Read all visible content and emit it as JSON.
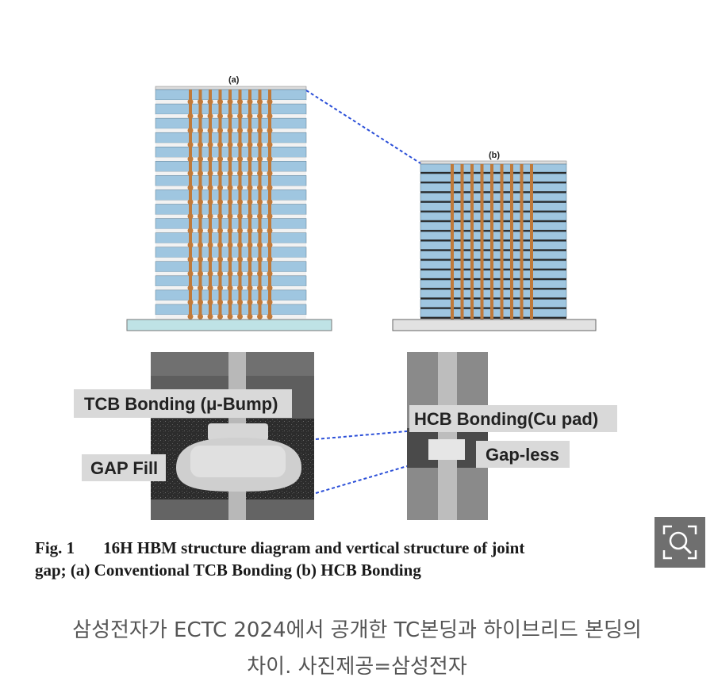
{
  "figure": {
    "panel_a_label": "(a)",
    "panel_b_label": "(b)",
    "photo_labels": {
      "tcb_bonding": "TCB Bonding (μ-Bump)",
      "gap_fill": "GAP Fill",
      "hcb_bonding": "HCB Bonding(Cu pad)",
      "gap_less": "Gap-less"
    },
    "caption_number": "Fig. 1",
    "caption_text_line1": "16H HBM structure diagram and vertical structure of joint",
    "caption_text_line2": "gap; (a) Conventional TCB Bonding (b) HCB Bonding",
    "colors": {
      "die_blue": "#9fc6e0",
      "bump_orange": "#c07a3a",
      "connector_dash": "#2b4fd8",
      "substrate_a": "#bfe3e6"
    }
  },
  "zoom_button_icon": "zoom-magnifier-icon",
  "photo_caption": {
    "line1": "삼성전자가 ECTC 2024에서 공개한 TC본딩과 하이브리드 본딩의",
    "line2": "차이. 사진제공=삼성전자"
  }
}
